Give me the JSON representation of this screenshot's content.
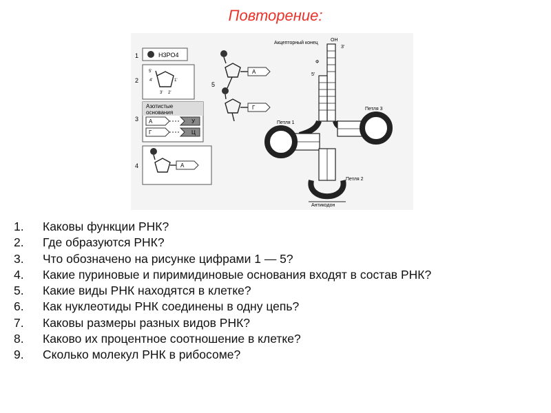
{
  "slide": {
    "title": "Повторение:"
  },
  "figure": {
    "panel_numbers": [
      "1",
      "2",
      "3",
      "4",
      "5"
    ],
    "phosphate_label": "H3PO4",
    "bases_box_title_line1": "Азотистые",
    "bases_box_title_line2": "основания",
    "bases": [
      "А",
      "У",
      "Г",
      "Ц"
    ],
    "sugar_marks": [
      "5'",
      "4'",
      "1'",
      "3'",
      "2'"
    ],
    "nucleotide_bases": [
      "А",
      "Г"
    ],
    "trna": {
      "acceptor_label": "Акцепторный конец",
      "oh_label": "ОН",
      "three_prime": "3'",
      "five_prime": "5'",
      "phi": "Ф",
      "loop1": "Петля 1",
      "loop2": "Петля 2",
      "loop3": "Петля 3",
      "anticodon": "Антикодон"
    }
  },
  "questions": [
    {
      "num": "1.",
      "text": "Каковы функции РНК?"
    },
    {
      "num": "2.",
      "text": "Где образуются РНК?"
    },
    {
      "num": "3.",
      "text": "Что обозначено на рисунке цифрами 1 — 5?"
    },
    {
      "num": "4.",
      "text": "Какие пуриновые и пиримидиновые основания входят в состав РНК?"
    },
    {
      "num": "5.",
      "text": "Какие виды РНК находятся в клетке?"
    },
    {
      "num": "6.",
      "text": "Как нуклеотиды РНК соединены в одну цепь?"
    },
    {
      "num": "7.",
      "text": "Каковы размеры разных видов РНК?"
    },
    {
      "num": "8.",
      "text": "Каково их процентное соотношение в клетке?"
    },
    {
      "num": "9.",
      "text": "Сколько молекул РНК в рибосоме?"
    }
  ]
}
